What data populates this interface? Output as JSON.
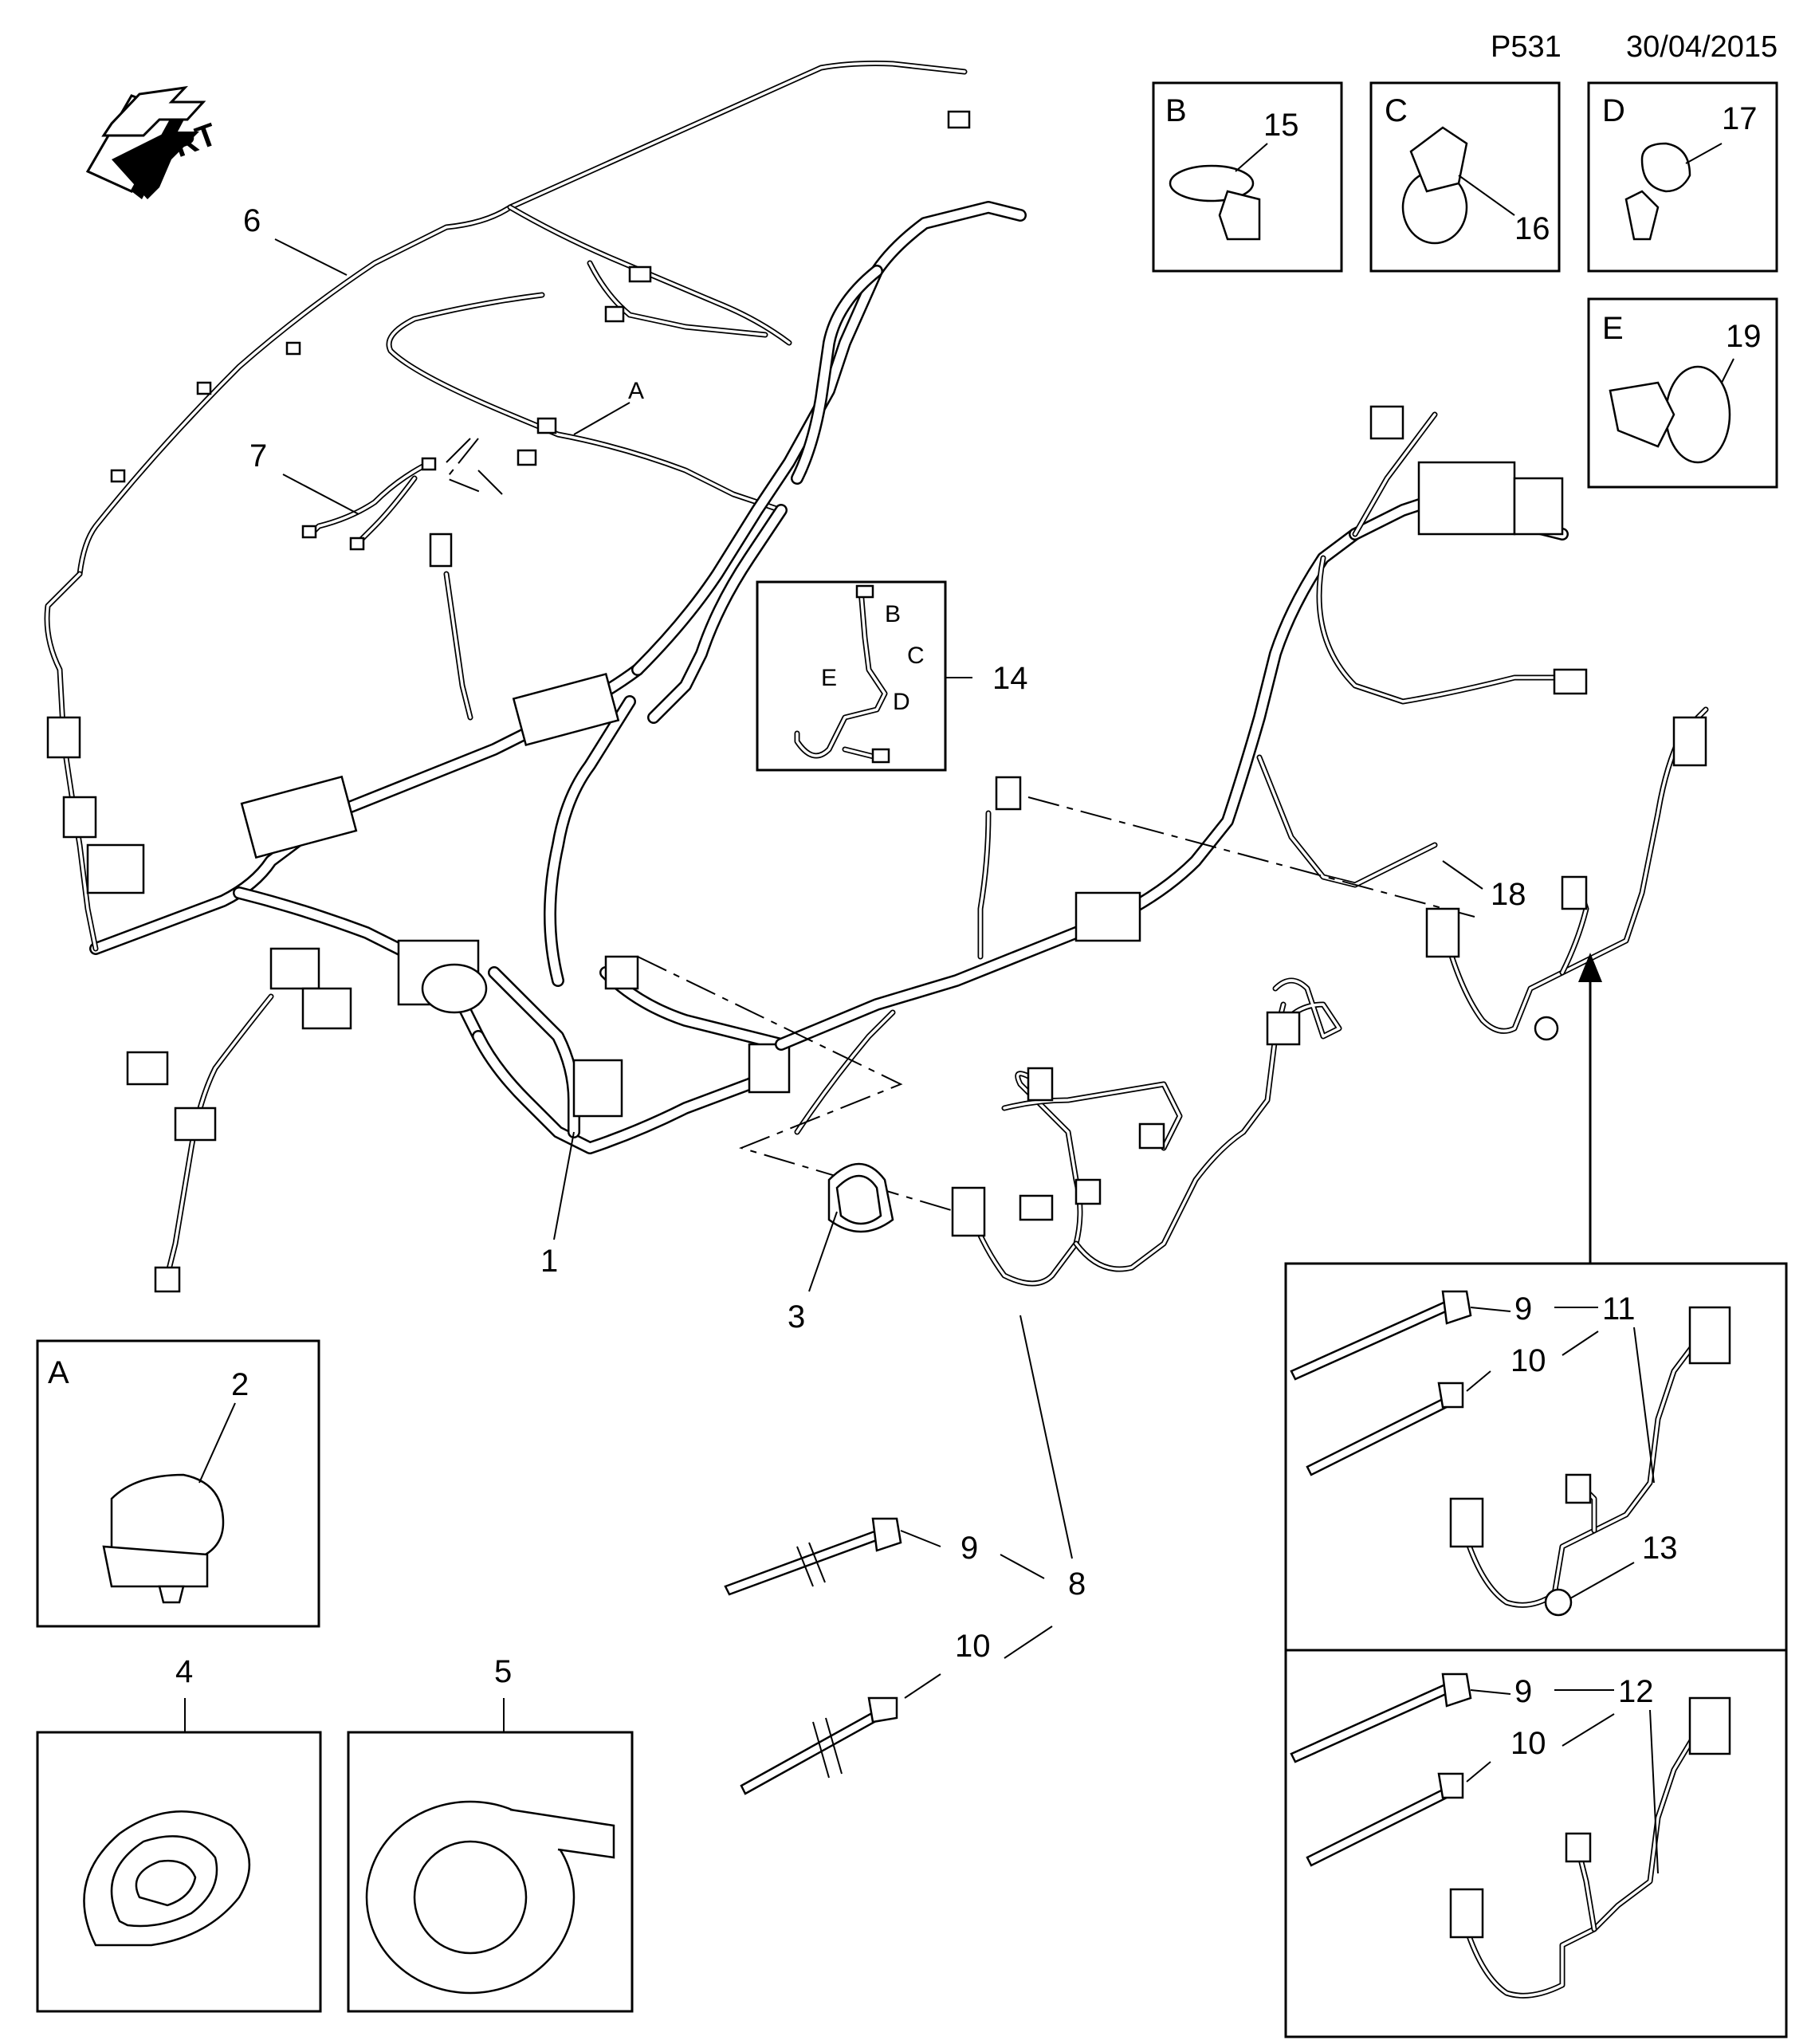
{
  "header": {
    "page_code": "P531",
    "date": "30/04/2015"
  },
  "orientation": {
    "label": "FRT",
    "icon": "front-direction-arrow-icon"
  },
  "callouts": {
    "n1": "1",
    "n2": "2",
    "n3": "3",
    "n4": "4",
    "n5": "5",
    "n6": "6",
    "n7": "7",
    "n8": "8",
    "n9a": "9",
    "n10a": "10",
    "n14": "14",
    "n18": "18"
  },
  "sub_letters": {
    "a": "A",
    "b": "B",
    "c": "C",
    "d": "D",
    "e": "E"
  },
  "inset_14": {
    "b": "B",
    "c": "C",
    "d": "D",
    "e": "E"
  },
  "detail_boxes": {
    "A": {
      "letter": "A",
      "part": "2"
    },
    "B": {
      "letter": "B",
      "part": "15"
    },
    "C": {
      "letter": "C",
      "part": "16"
    },
    "D": {
      "letter": "D",
      "part": "17"
    },
    "E": {
      "letter": "E",
      "part": "19"
    },
    "p4": {
      "part": "4"
    },
    "p5": {
      "part": "5"
    }
  },
  "variant_11": {
    "n9": "9",
    "n10": "10",
    "n11": "11",
    "n13": "13"
  },
  "variant_12": {
    "n9": "9",
    "n10": "10",
    "n12": "12"
  }
}
